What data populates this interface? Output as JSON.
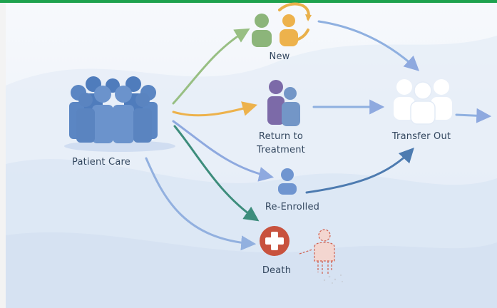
{
  "diagram": {
    "nodes": {
      "patient_care": {
        "label": "Patient Care",
        "icon": "patient-group-icon"
      },
      "new": {
        "label": "New",
        "icon": "new-patient-cycle-icon"
      },
      "return_to_treatment": {
        "label": "Return to\nTreatment",
        "icon": "returning-patients-icon"
      },
      "re_enrolled": {
        "label": "Re-Enrolled",
        "icon": "single-patient-icon"
      },
      "death": {
        "label": "Death",
        "icon": "medical-cross-icon"
      },
      "transfer_out": {
        "label": "Transfer Out",
        "icon": "transfer-group-icon"
      }
    },
    "edges": [
      {
        "from": "patient_care",
        "to": "new",
        "color": "#98bf83"
      },
      {
        "from": "patient_care",
        "to": "return_to_treatment",
        "color": "#edb24c"
      },
      {
        "from": "patient_care",
        "to": "re_enrolled",
        "color": "#7e9ad8"
      },
      {
        "from": "patient_care",
        "to": "death",
        "color": "#3d8d7c"
      },
      {
        "from": "patient_care",
        "to": "death",
        "color": "#92b0df"
      },
      {
        "from": "new",
        "to": "transfer_out",
        "color": "#8fb0e0"
      },
      {
        "from": "return_to_treatment",
        "to": "transfer_out",
        "color": "#8fb0e0"
      },
      {
        "from": "re_enrolled",
        "to": "transfer_out",
        "color": "#4d7bb0"
      }
    ],
    "colors": {
      "accent_green": "#1ea24e",
      "patient_blue": "#5b86c3",
      "death_red": "#c8523e",
      "purple": "#7c6aa8"
    }
  }
}
